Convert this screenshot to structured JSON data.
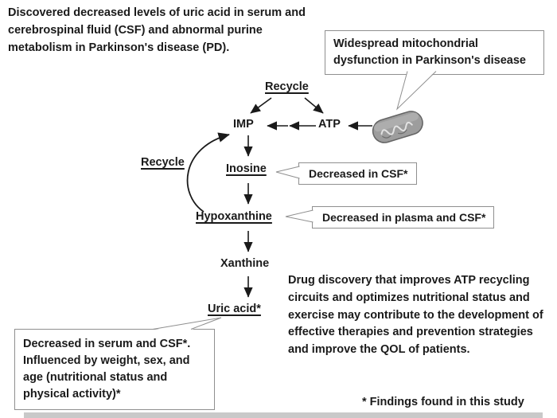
{
  "diagram": {
    "intro": "Discovered decreased levels of uric acid in serum and cerebrospinal fluid (CSF) and abnormal purine metabolism in Parkinson's disease (PD).",
    "nodes": {
      "recycle_top": "Recycle",
      "recycle_left": "Recycle",
      "imp": "IMP",
      "atp": "ATP",
      "inosine": "Inosine",
      "hypoxanthine": "Hypoxanthine",
      "xanthine": "Xanthine",
      "uric_acid": "Uric acid*"
    },
    "callouts": {
      "mitochondria": "Widespread mitochondrial dysfunction in Parkinson's disease",
      "inosine": "Decreased in CSF*",
      "hypoxanthine": "Decreased in plasma and CSF*",
      "uric_acid": "Decreased in serum and CSF*. Influenced by weight, sex, and age (nutritional status and physical activity)*"
    },
    "discussion": "Drug discovery that improves ATP recycling circuits and optimizes nutritional status and exercise may contribute to the development of effective therapies and prevention strategies and improve the QOL of patients.",
    "footnote": "* Findings found in this study",
    "colors": {
      "text": "#1a1a1a",
      "box_border": "#8f8f8f",
      "arrow": "#1a1a1a",
      "pill_fill": "#9d9d9d",
      "page_edge": "#c9c9c9"
    }
  }
}
